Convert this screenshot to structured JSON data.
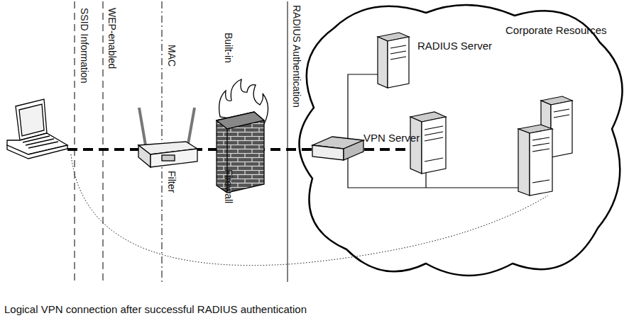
{
  "diagram": {
    "caption": "Logical VPN connection after successful RADIUS authentication",
    "nodes": [
      {
        "text": [
          "RADIUS Server"
        ]
      },
      {
        "text": [
          "VPN Server"
        ]
      },
      {
        "text": [
          "Corporate Resources"
        ]
      }
    ],
    "labels": [
      "SSID Information",
      "WEP-enabled",
      "MAC",
      "Filter",
      "Built-in",
      "Firewall",
      "RADIUS Authentication"
    ]
  }
}
